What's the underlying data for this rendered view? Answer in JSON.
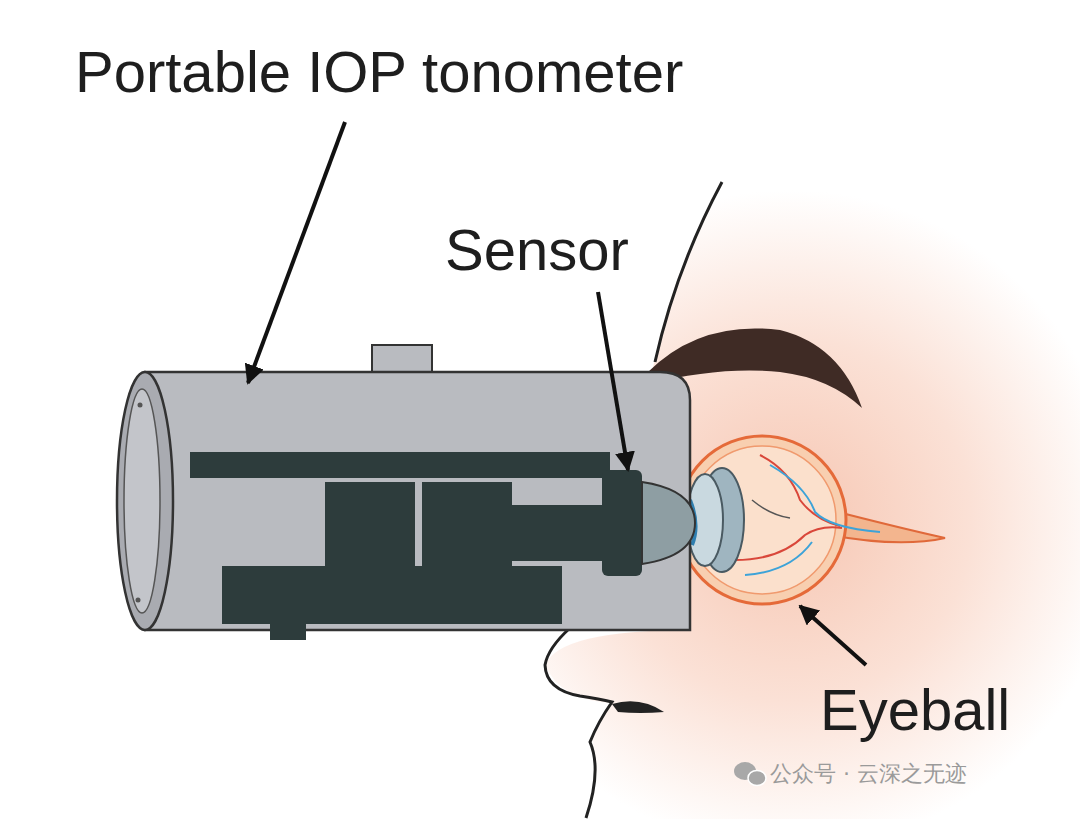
{
  "diagram": {
    "labels": [
      "Portable IOP tonometer",
      "Sensor",
      "Eyeball",
      "公众号 · 云深之无迹"
    ]
  }
}
